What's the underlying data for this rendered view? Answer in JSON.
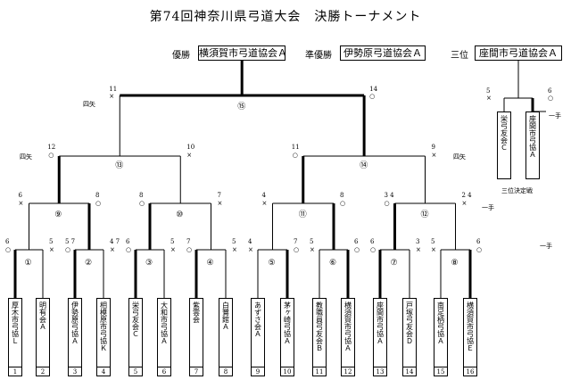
{
  "title": "第74回神奈川県弓道大会　決勝トーナメント",
  "results": {
    "champion_label": "優勝",
    "champion": "横須賀市弓道協会Ａ",
    "runnerup_label": "準優勝",
    "runnerup": "伊勢原弓道協会Ａ",
    "third_label": "三位",
    "third": "座間市弓道協会Ａ"
  },
  "teams": [
    {
      "no": "1",
      "name": "厚木市弓協Ｌ"
    },
    {
      "no": "2",
      "name": "明有会Ａ"
    },
    {
      "no": "3",
      "name": "伊勢原弓協Ａ"
    },
    {
      "no": "4",
      "name": "相模原市弓協Ｋ"
    },
    {
      "no": "5",
      "name": "栄弓友会Ｃ"
    },
    {
      "no": "6",
      "name": "大和市弓協Ａ"
    },
    {
      "no": "7",
      "name": "紫雲会"
    },
    {
      "no": "8",
      "name": "白鷺館Ａ"
    },
    {
      "no": "9",
      "name": "あずさ会Ａ"
    },
    {
      "no": "10",
      "name": "茅ヶ崎弓協Ａ"
    },
    {
      "no": "11",
      "name": "教職員弓友会Ｂ"
    },
    {
      "no": "12",
      "name": "横須賀市弓協Ａ"
    },
    {
      "no": "13",
      "name": "座間市弓協Ａ"
    },
    {
      "no": "14",
      "name": "戸塚弓友会Ｄ"
    },
    {
      "no": "15",
      "name": "南足柄弓協Ａ"
    },
    {
      "no": "16",
      "name": "横須賀市弓協Ｅ"
    }
  ],
  "round1": [
    {
      "no": "①",
      "left": "6",
      "left_mark": "○",
      "right": "5",
      "right_mark": "×"
    },
    {
      "no": "②",
      "left": "5 7",
      "left_mark": "○",
      "right": "4 7",
      "right_mark": "×"
    },
    {
      "no": "③",
      "left": "6",
      "left_mark": "○",
      "right": "5",
      "right_mark": "×"
    },
    {
      "no": "④",
      "left": "7",
      "left_mark": "○",
      "right": "5",
      "right_mark": "×"
    },
    {
      "no": "⑤",
      "left": "4",
      "left_mark": "×",
      "right": "7",
      "right_mark": "○"
    },
    {
      "no": "⑥",
      "left": "5",
      "left_mark": "×",
      "right": "6",
      "right_mark": "○"
    },
    {
      "no": "⑦",
      "left": "6",
      "left_mark": "○",
      "right": "3",
      "right_mark": "×"
    },
    {
      "no": "⑧",
      "left": "5",
      "left_mark": "×",
      "right": "6",
      "right_mark": "○"
    }
  ],
  "round2": [
    {
      "no": "⑨",
      "left": "6",
      "left_mark": "×",
      "right": "8",
      "right_mark": "○"
    },
    {
      "no": "⑩",
      "left": "8",
      "left_mark": "○",
      "right": "7",
      "right_mark": "×"
    },
    {
      "no": "⑪",
      "left": "4",
      "left_mark": "×",
      "right": "8",
      "right_mark": "○"
    },
    {
      "no": "⑫",
      "left": "3 4",
      "left_mark": "○",
      "right": "2 4",
      "right_mark": "×"
    }
  ],
  "round3": [
    {
      "no": "⑬",
      "left": "12",
      "left_mark": "○",
      "right": "10",
      "right_mark": "×"
    },
    {
      "no": "⑭",
      "left": "11",
      "left_mark": "○",
      "right": "9",
      "right_mark": "×"
    }
  ],
  "final": {
    "no": "⑮",
    "left": "11",
    "left_mark": "×",
    "right": "14",
    "right_mark": "○"
  },
  "notes": {
    "yonya": "四矢",
    "hitote": "一手",
    "third_place_match": "三位決定戦"
  },
  "third_place": {
    "left_score": "5",
    "left_mark": "×",
    "left_team": "栄弓友会Ｃ",
    "right_score": "6",
    "right_mark": "○",
    "right_team": "座間市弓協Ａ"
  }
}
